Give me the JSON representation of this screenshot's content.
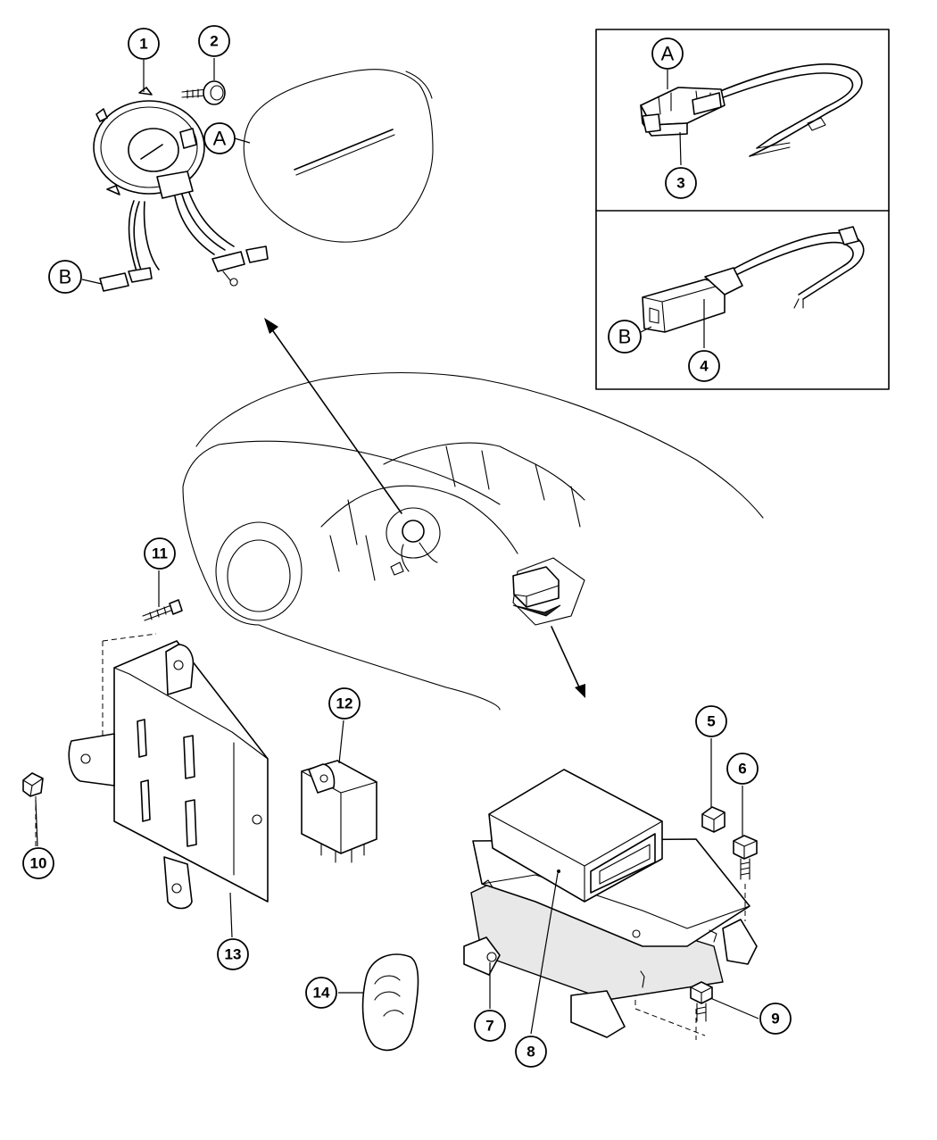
{
  "callouts": {
    "c1": "1",
    "c2": "2",
    "c3": "3",
    "c4": "4",
    "c5": "5",
    "c6": "6",
    "c7": "7",
    "c8": "8",
    "c9": "9",
    "c10": "10",
    "c11": "11",
    "c12": "12",
    "c13": "13",
    "c14": "14"
  },
  "references": {
    "a_main": "A",
    "a_inset": "A",
    "b_main": "B",
    "b_inset": "B"
  }
}
